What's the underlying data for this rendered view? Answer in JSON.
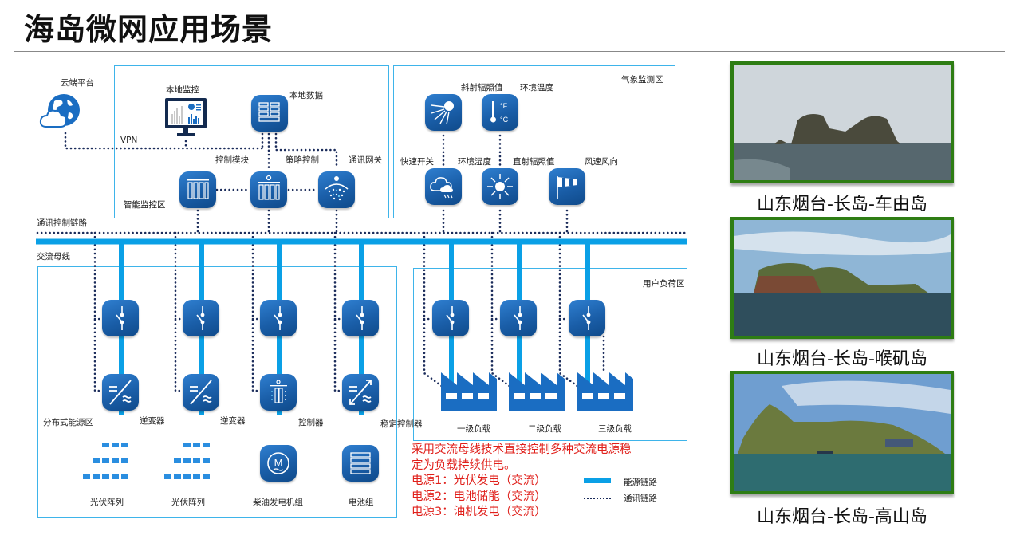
{
  "title": "海岛微网应用场景",
  "diagram": {
    "labels": {
      "cloud": "云端平台",
      "vpn": "VPN",
      "local_monitor": "本地监控",
      "local_data": "本地数据",
      "control_module": "控制模块",
      "strategy_control": "策略控制",
      "comm_gateway": "通讯网关",
      "smart_monitor_zone": "智能监控区",
      "comm_control_link": "通讯控制链路",
      "ac_bus": "交流母线",
      "weather_zone": "气象监测区",
      "oblique_irradiance": "斜射辐照值",
      "ambient_temp": "环境温度",
      "fast_switch": "快速开关",
      "ambient_humidity": "环境湿度",
      "direct_irradiance": "直射辐照值",
      "wind_speed_dir": "风速风向",
      "distributed_energy_zone": "分布式能源区",
      "inverter_1": "逆变器",
      "inverter_2": "逆变器",
      "controller": "控制器",
      "stabilizing_controller": "稳定控制器",
      "pv_array_1": "光伏阵列",
      "pv_array_2": "光伏阵列",
      "diesel_generator": "柴油发电机组",
      "battery_pack": "电池组",
      "user_load_zone": "用户负荷区",
      "load_1": "一级负载",
      "load_2": "二级负载",
      "load_3": "三级负载"
    },
    "icons": {
      "temp_f": "°F",
      "temp_c": "°C",
      "motor_m": "M"
    },
    "legend": {
      "energy_link": "能源链路",
      "comm_link": "通讯链路"
    },
    "colors": {
      "bus_blue": "#0aa0e6",
      "zone_border": "#3eb4ea",
      "icon_blue": "#1a5ea8",
      "dot_navy": "#1a2b5a",
      "note_red": "#e0201b",
      "photo_border": "#2e7d14"
    }
  },
  "note": {
    "lines": [
      "采用交流母线技术直接控制多种交流电源稳",
      "定为负载持续供电。",
      "电源1：光伏发电（交流）",
      "电源2：电池储能（交流）",
      "电源3：油机发电（交流）"
    ]
  },
  "photos": [
    {
      "caption": "山东烟台-长岛-车由岛"
    },
    {
      "caption": "山东烟台-长岛-喉矶岛"
    },
    {
      "caption": "山东烟台-长岛-高山岛"
    }
  ]
}
